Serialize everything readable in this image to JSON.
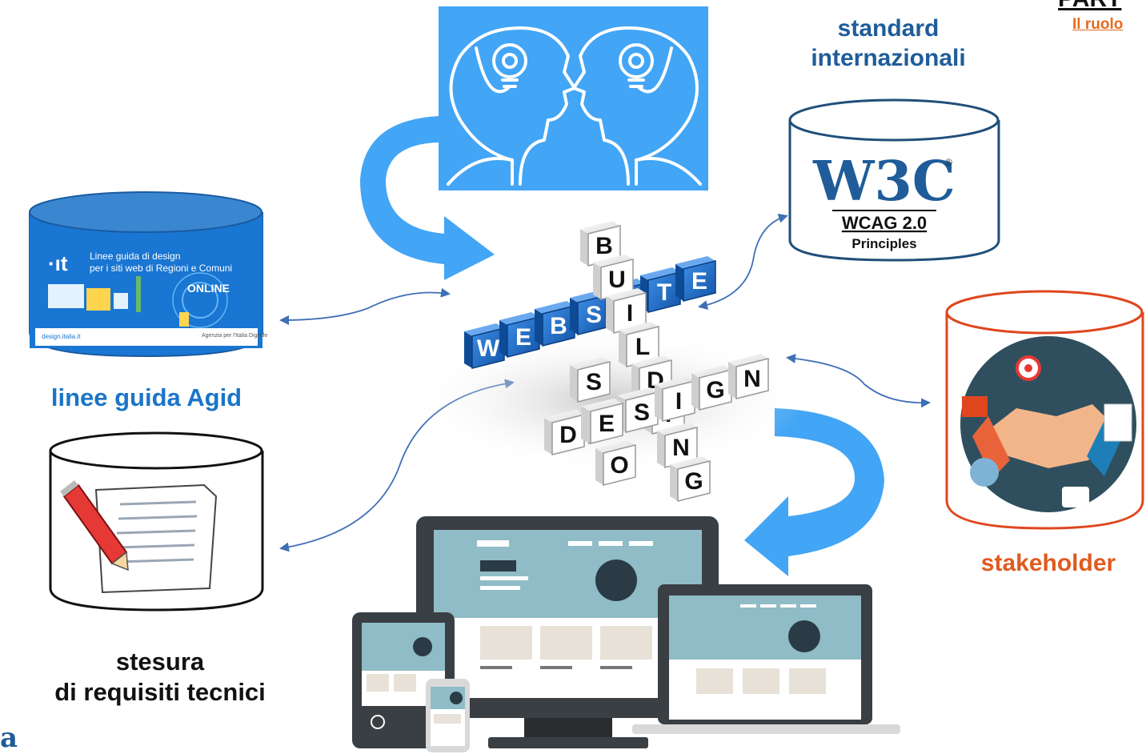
{
  "header": {
    "part_label": "PART",
    "role_label": "Il ruolo"
  },
  "nodes": {
    "standards": {
      "line1": "standard",
      "line2": "internazionali",
      "logo_text": "W3C",
      "badge": "WCAG 2.0",
      "badge_sub": "Principles"
    },
    "agid": {
      "label": "linee guida Agid",
      "card_logo": "·ıt",
      "card_title_1": "Linee guida di design",
      "card_title_2": "per i siti web di Regioni e Comuni",
      "card_online": "ONLINE",
      "card_footer_url": "design.italia.it",
      "card_footer_org": "Agenzia per l'Italia Digitale"
    },
    "requirements": {
      "line1": "stesura",
      "line2": "di requisiti tecnici"
    },
    "stakeholder": {
      "label": "stakeholder"
    }
  },
  "crossword": {
    "website": [
      "W",
      "E",
      "B",
      "S",
      "I",
      "T",
      "E"
    ],
    "building": [
      "B",
      "U",
      "I",
      "L",
      "D",
      "I",
      "N",
      "G"
    ],
    "design": [
      "D",
      "E",
      "S",
      "I",
      "G",
      "N"
    ],
    "seo": [
      "S",
      "E",
      "O"
    ]
  },
  "footer": {
    "mascot_letter": "a"
  },
  "colors": {
    "blue_arrow": "#42a5f5",
    "connector": "#3f6fb5",
    "dark_blue": "#1f5c99",
    "orange": "#e05a1e",
    "card_blue": "#1976d2",
    "screen_teal": "#8fbcc6"
  }
}
